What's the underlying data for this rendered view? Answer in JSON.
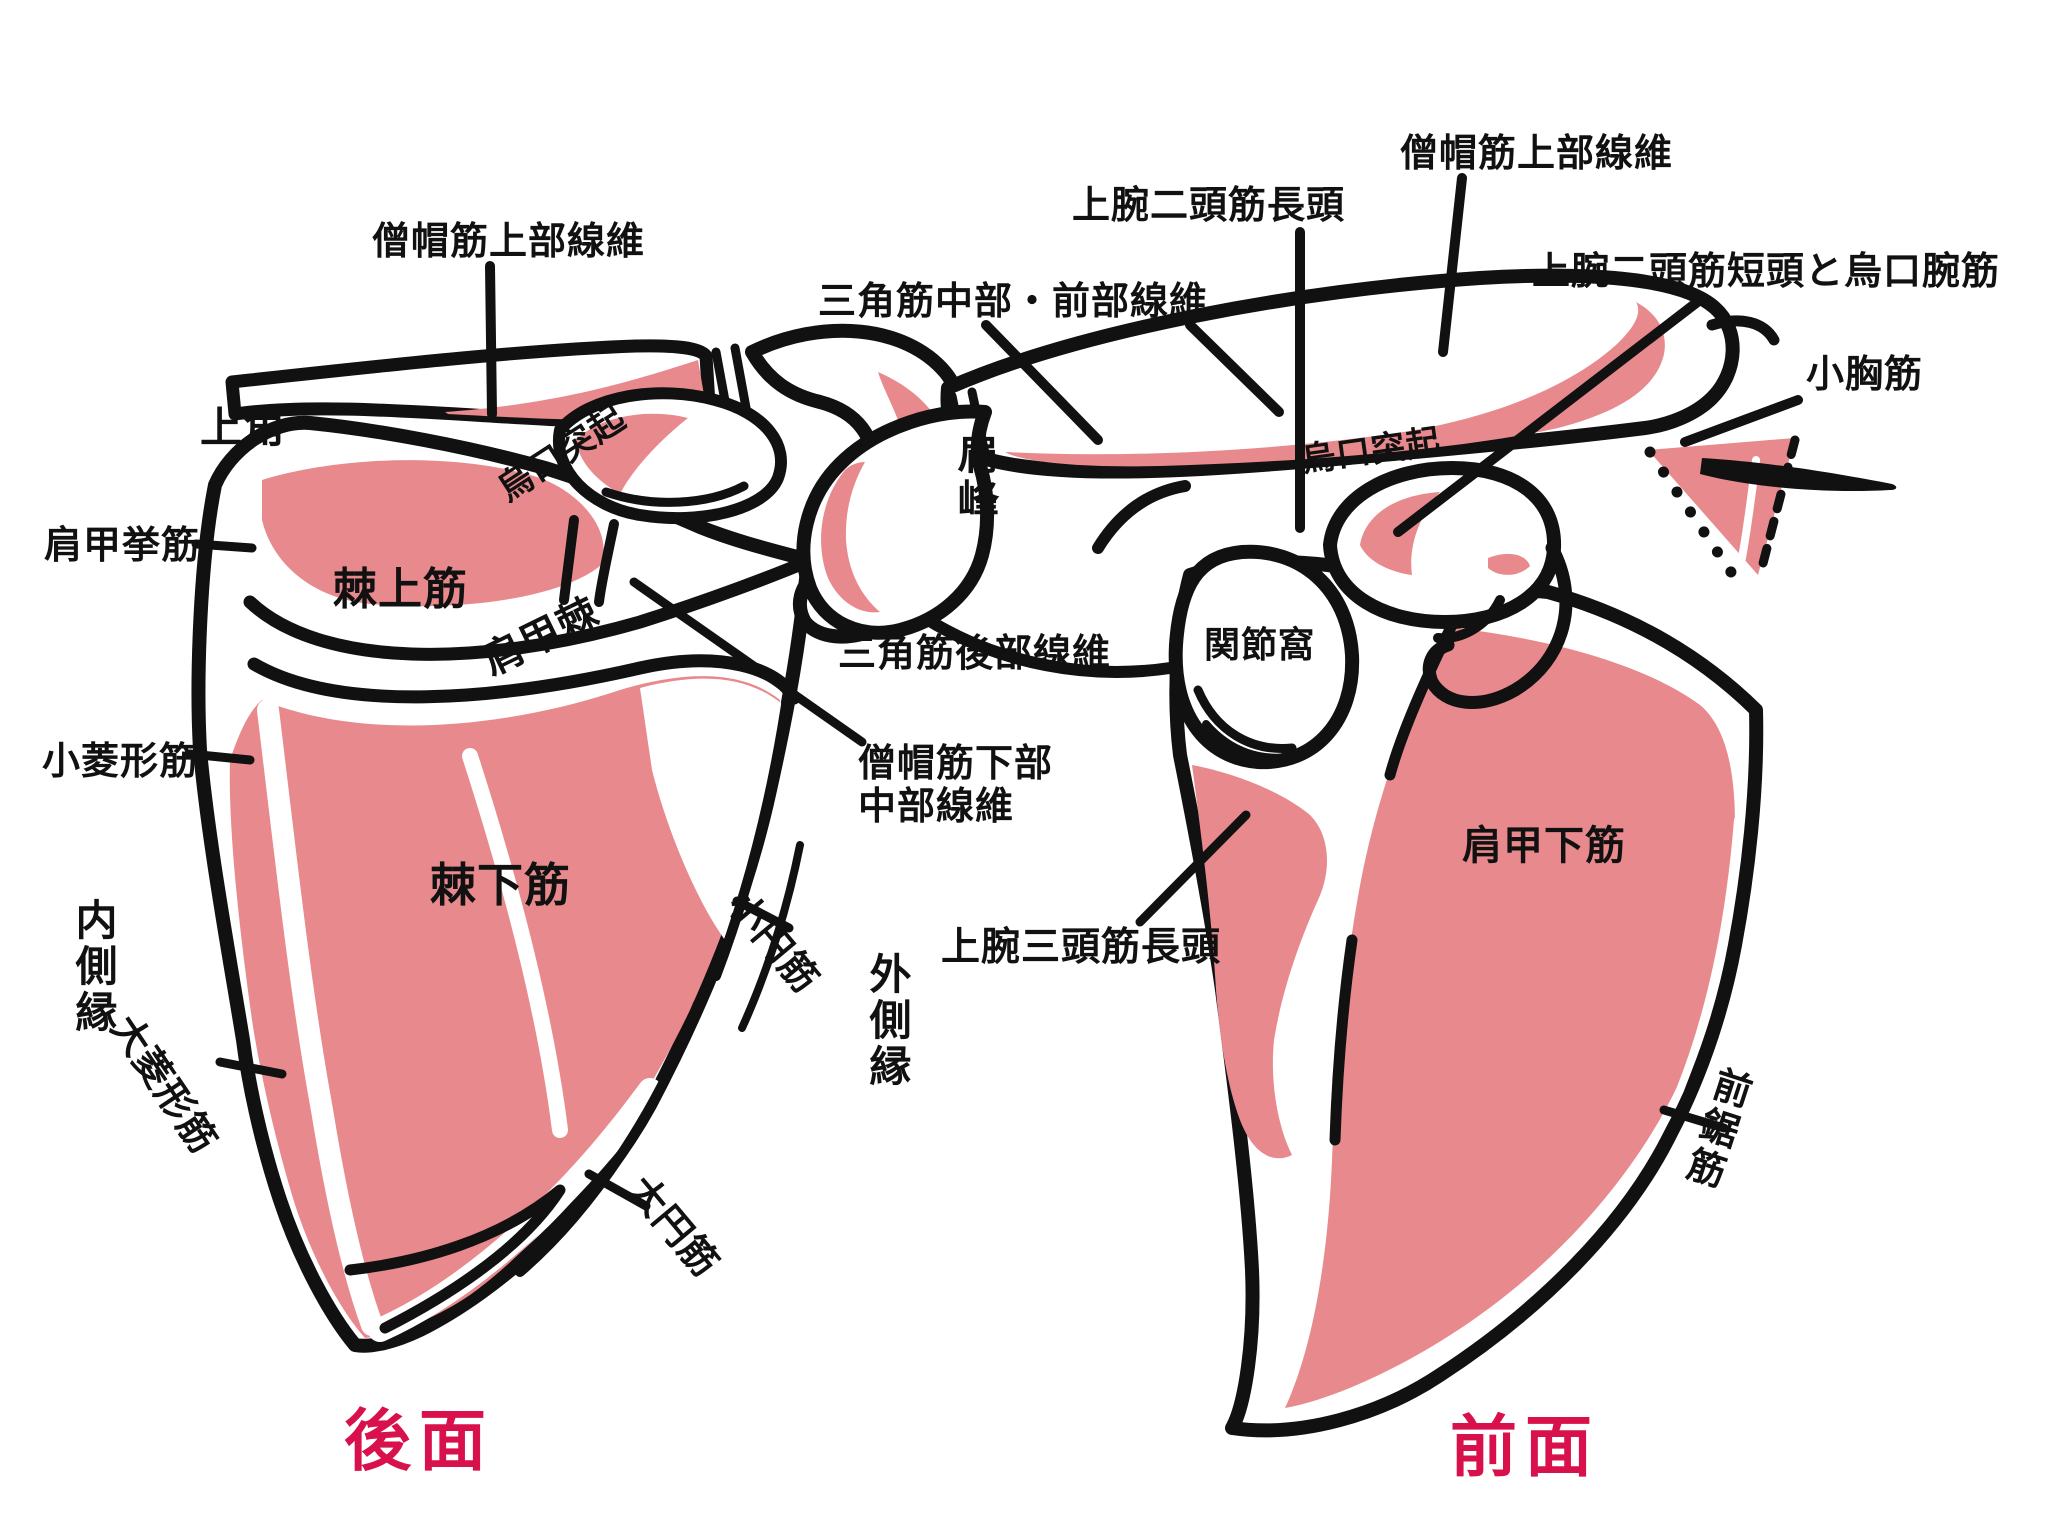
{
  "colors": {
    "muscle_pink": "#E8898D",
    "outline_black": "#111111",
    "title_crimson": "#D8104B",
    "background": "#FFFFFF"
  },
  "posterior": {
    "title": "後面",
    "labels": {
      "trapezius_upper": "僧帽筋上部線維",
      "superior_angle": "上角",
      "levator_scapulae": "肩甲挙筋",
      "supraspinatus": "棘上筋",
      "coracoid_process": "烏口突起",
      "spine_of_scapula": "肩甲棘",
      "rhomboid_minor": "小菱形筋",
      "medial_border": "内側縁",
      "rhomboid_major": "大菱形筋",
      "infraspinatus": "棘下筋",
      "deltoid_posterior": "三角筋後部線維",
      "trapezius_lower_middle_line1": "僧帽筋下部",
      "trapezius_lower_middle_line2": "中部線維",
      "teres_minor": "小円筋",
      "teres_major": "大円筋",
      "lateral_border": "外側縁"
    }
  },
  "anterior": {
    "title": "前面",
    "labels": {
      "biceps_long_head": "上腕二頭筋長頭",
      "trapezius_upper": "僧帽筋上部線維",
      "deltoid_middle_anterior": "三角筋中部・前部線維",
      "biceps_short_and_coracobrachialis": "上腕二頭筋短頭と烏口腕筋",
      "pectoralis_minor": "小胸筋",
      "acromion": "肩峰",
      "coracoid_process": "烏口突起",
      "glenoid_fossa": "関節窩",
      "subscapularis": "肩甲下筋",
      "triceps_long_head": "上腕三頭筋長頭",
      "serratus_anterior": "前鋸筋"
    }
  }
}
